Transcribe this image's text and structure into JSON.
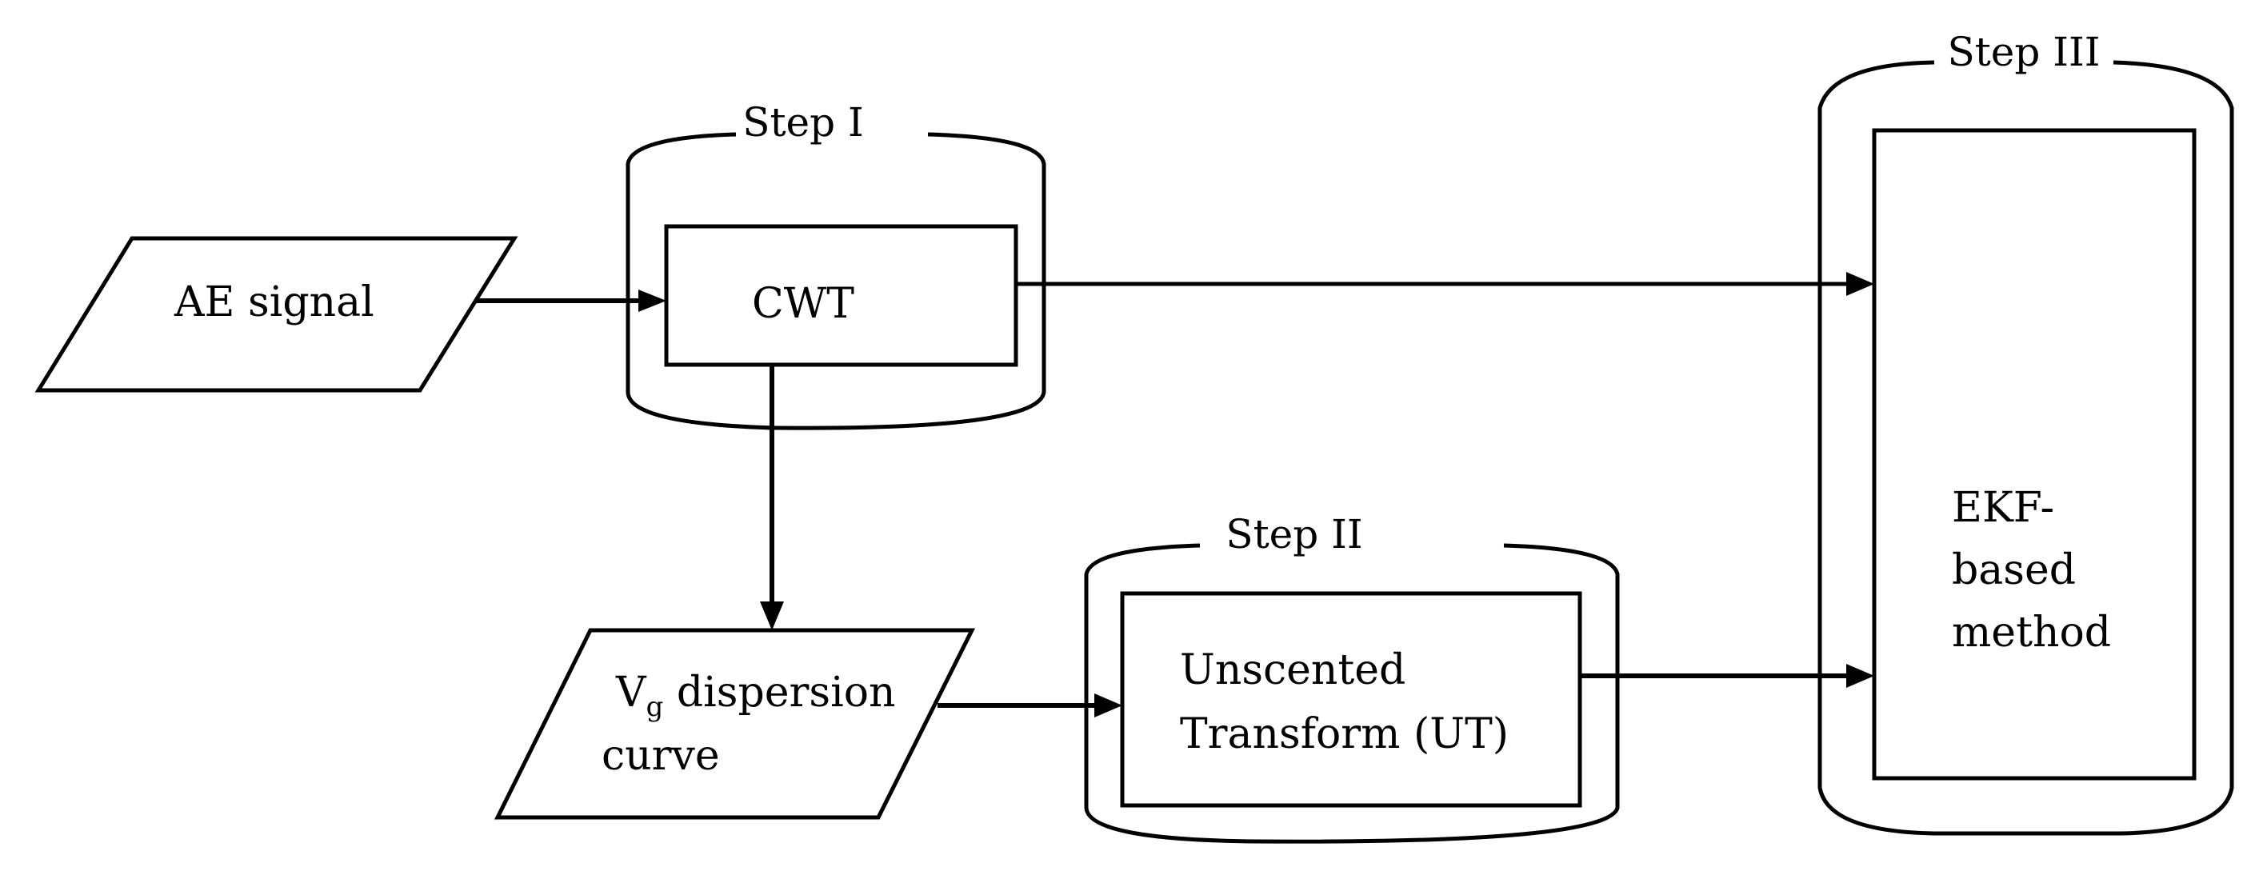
{
  "diagram": {
    "steps": {
      "step1": "Step I",
      "step2": "Step II",
      "step3": "Step III"
    },
    "nodes": {
      "ae_signal": "AE signal",
      "cwt": "CWT",
      "vg_dispersion": {
        "v": "V",
        "subscript": "g",
        "line1_rest": " dispersion",
        "line2": "curve"
      },
      "unscented": {
        "line1": "Unscented",
        "line2": "Transform (UT)"
      },
      "ekf": {
        "line1": "EKF-",
        "line2": "based",
        "line3": "method"
      }
    }
  }
}
